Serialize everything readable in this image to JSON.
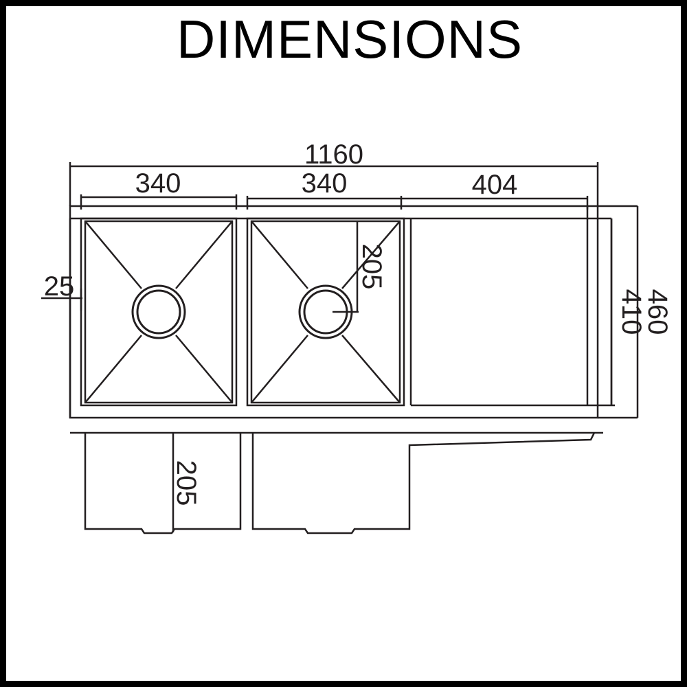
{
  "title": "DIMENSIONS",
  "dimensions": {
    "overall_length": "1160",
    "left_bowl_width": "340",
    "right_bowl_width": "340",
    "drainer_width": "404",
    "edge_offset": "25",
    "bowl_depth_plan": "205",
    "inner_width": "410",
    "overall_width": "460",
    "bowl_depth_section": "205"
  },
  "colors": {
    "line": "#231f20",
    "frame": "#000000",
    "background": "#ffffff"
  }
}
